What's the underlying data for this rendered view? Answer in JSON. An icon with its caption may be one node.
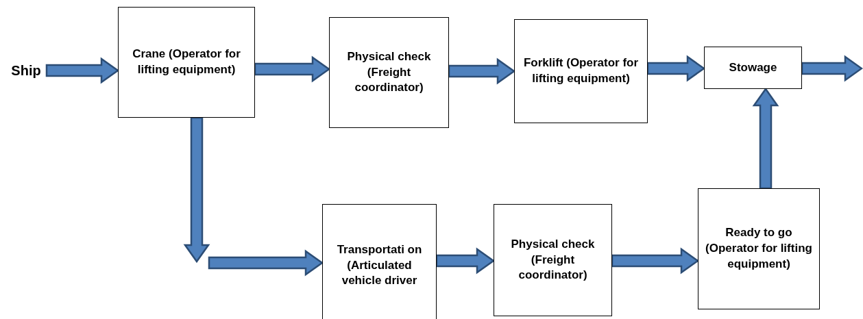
{
  "diagram": {
    "nodes": [
      {
        "text": [
          "Ship"
        ]
      },
      {
        "text": [
          "Crane (Operator for lifting equipment)"
        ]
      },
      {
        "text": [
          "Physical check (Freight coordinator)"
        ]
      },
      {
        "text": [
          "Forklift (Operator for lifting equipment)"
        ]
      },
      {
        "text": [
          "Stowage"
        ]
      },
      {
        "text": [
          "Transportati on (Articulated vehicle driver"
        ]
      },
      {
        "text": [
          "Physical check (Freight coordinator)"
        ]
      },
      {
        "text": [
          "Ready to go (Operator for lifting equipment)"
        ]
      }
    ],
    "edges": [
      {
        "from": 0,
        "to": 1,
        "arrow": "to"
      },
      {
        "from": 1,
        "to": 2,
        "arrow": "to"
      },
      {
        "from": 2,
        "to": 3,
        "arrow": "to"
      },
      {
        "from": 3,
        "to": 4,
        "arrow": "to"
      },
      {
        "from": 4,
        "to": null,
        "arrow": "to"
      },
      {
        "from": 1,
        "to": 5,
        "arrow": "to"
      },
      {
        "from": 5,
        "to": 6,
        "arrow": "to"
      },
      {
        "from": 6,
        "to": 7,
        "arrow": "to"
      },
      {
        "from": 7,
        "to": 4,
        "arrow": "to"
      }
    ]
  }
}
